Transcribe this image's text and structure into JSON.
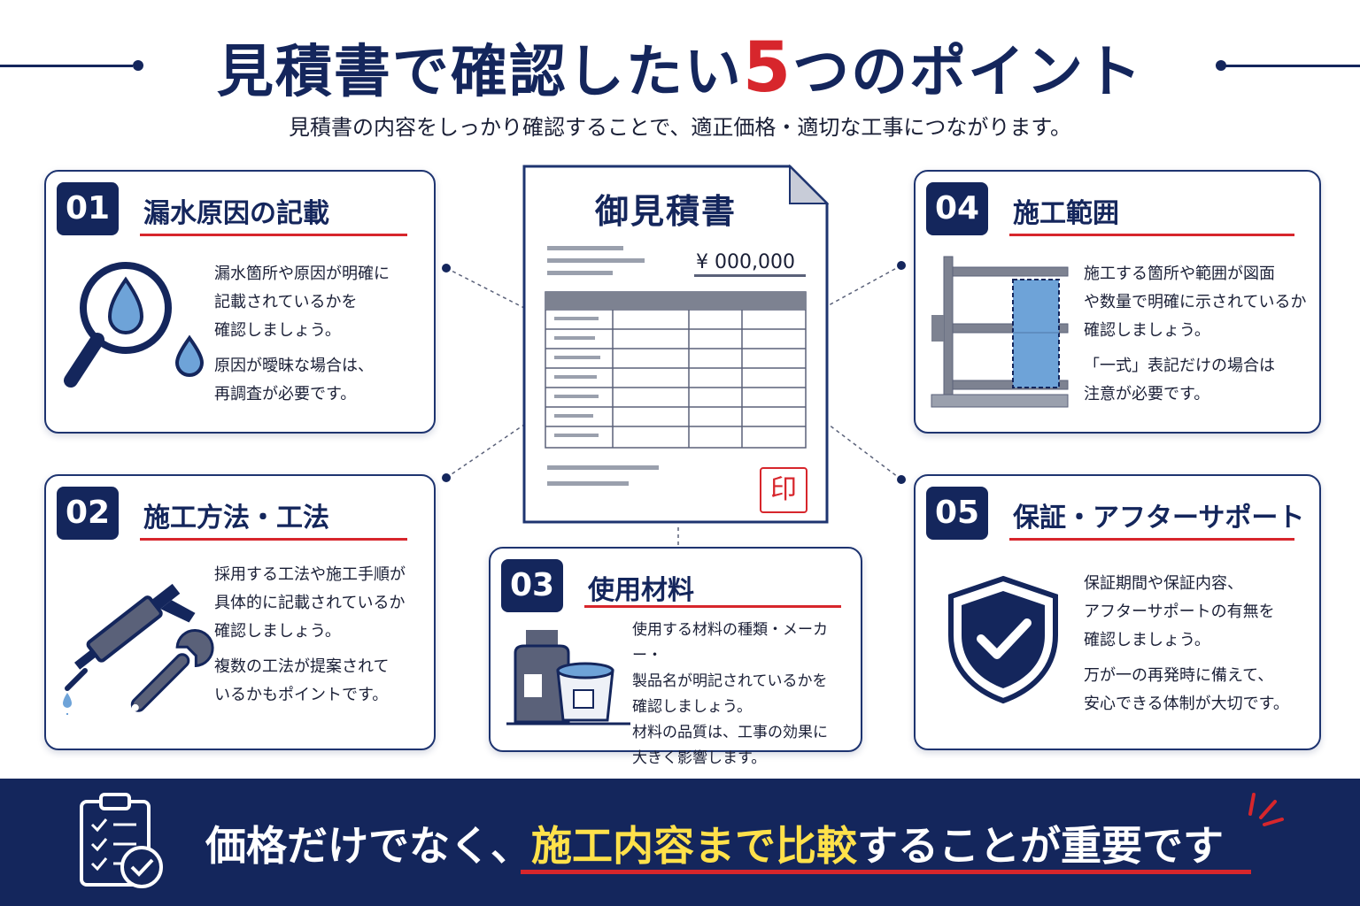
{
  "header": {
    "title_pre": "見積書で確認したい",
    "title_num": "5",
    "title_post": "つのポイント",
    "subtitle": "見積書の内容をしっかり確認することで、適正価格・適切な工事につながります。"
  },
  "document": {
    "title": "御見積書",
    "price": "¥ 000,000",
    "stamp": "印"
  },
  "points": [
    {
      "number": "01",
      "title": "漏水原因の記載",
      "body1": [
        "漏水箇所や原因が明確に",
        "記載されているかを",
        "確認しましょう。"
      ],
      "body2": [
        "原因が曖昧な場合は、",
        "再調査が必要です。"
      ],
      "icon": "magnifier-water-drop-icon"
    },
    {
      "number": "02",
      "title": "施工方法・工法",
      "body1": [
        "採用する工法や施工手順が",
        "具体的に記載されているか",
        "確認しましょう。"
      ],
      "body2": [
        "複数の工法が提案されて",
        "いるかもポイントです。"
      ],
      "icon": "caulking-gun-wrench-icon"
    },
    {
      "number": "03",
      "title": "使用材料",
      "body1": [
        "使用する材料の種類・メーカー・",
        "製品名が明記されているかを",
        "確認しましょう。"
      ],
      "body2": [
        "材料の品質は、工事の効果に",
        "大きく影響します。"
      ],
      "icon": "material-containers-icon"
    },
    {
      "number": "04",
      "title": "施工範囲",
      "body1": [
        "施工する箇所や範囲が図面",
        "や数量で明確に示されているか",
        "確認しましょう。"
      ],
      "body2": [
        "「一式」表記だけの場合は",
        "注意が必要です。"
      ],
      "icon": "building-section-icon"
    },
    {
      "number": "05",
      "title": "保証・アフターサポート",
      "body1": [
        "保証期間や保証内容、",
        "アフターサポートの有無を",
        "確認しましょう。"
      ],
      "body2": [
        "万が一の再発時に備えて、",
        "安心できる体制が大切です。"
      ],
      "icon": "shield-check-icon"
    }
  ],
  "banner": {
    "pre": "価格だけでなく、",
    "highlight": "施工内容まで比較",
    "post": "することが重要です",
    "icon": "clipboard-checklist-icon"
  },
  "colors": {
    "navy": "#14265c",
    "red": "#d7262c",
    "yellow": "#ffe14a",
    "water": "#6ea3d8"
  }
}
